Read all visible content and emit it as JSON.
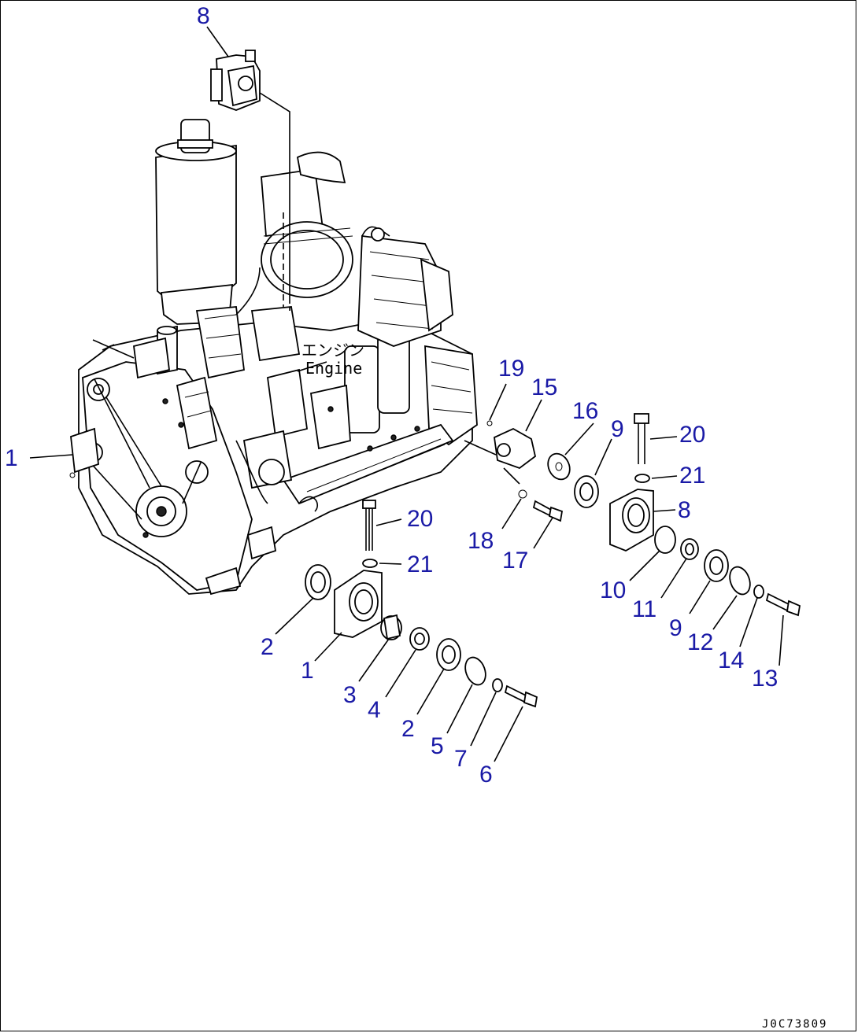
{
  "engine_label_jp": "エンジン",
  "engine_label_en": "Engine",
  "drawing_number": "J0C73809",
  "callouts": [
    {
      "id": "c-8-top",
      "text": "8"
    },
    {
      "id": "c-1-left",
      "text": "1"
    },
    {
      "id": "c-19",
      "text": "19"
    },
    {
      "id": "c-15",
      "text": "15"
    },
    {
      "id": "c-16",
      "text": "16"
    },
    {
      "id": "c-9-a",
      "text": "9"
    },
    {
      "id": "c-20-right",
      "text": "20"
    },
    {
      "id": "c-21-right",
      "text": "21"
    },
    {
      "id": "c-8-right",
      "text": "8"
    },
    {
      "id": "c-18",
      "text": "18"
    },
    {
      "id": "c-17",
      "text": "17"
    },
    {
      "id": "c-20-mid",
      "text": "20"
    },
    {
      "id": "c-21-mid",
      "text": "21"
    },
    {
      "id": "c-10",
      "text": "10"
    },
    {
      "id": "c-11",
      "text": "11"
    },
    {
      "id": "c-9-b",
      "text": "9"
    },
    {
      "id": "c-12",
      "text": "12"
    },
    {
      "id": "c-14",
      "text": "14"
    },
    {
      "id": "c-13",
      "text": "13"
    },
    {
      "id": "c-2-a",
      "text": "2"
    },
    {
      "id": "c-1-mid",
      "text": "1"
    },
    {
      "id": "c-3",
      "text": "3"
    },
    {
      "id": "c-4",
      "text": "4"
    },
    {
      "id": "c-2-b",
      "text": "2"
    },
    {
      "id": "c-5",
      "text": "5"
    },
    {
      "id": "c-7",
      "text": "7"
    },
    {
      "id": "c-6",
      "text": "6"
    }
  ]
}
